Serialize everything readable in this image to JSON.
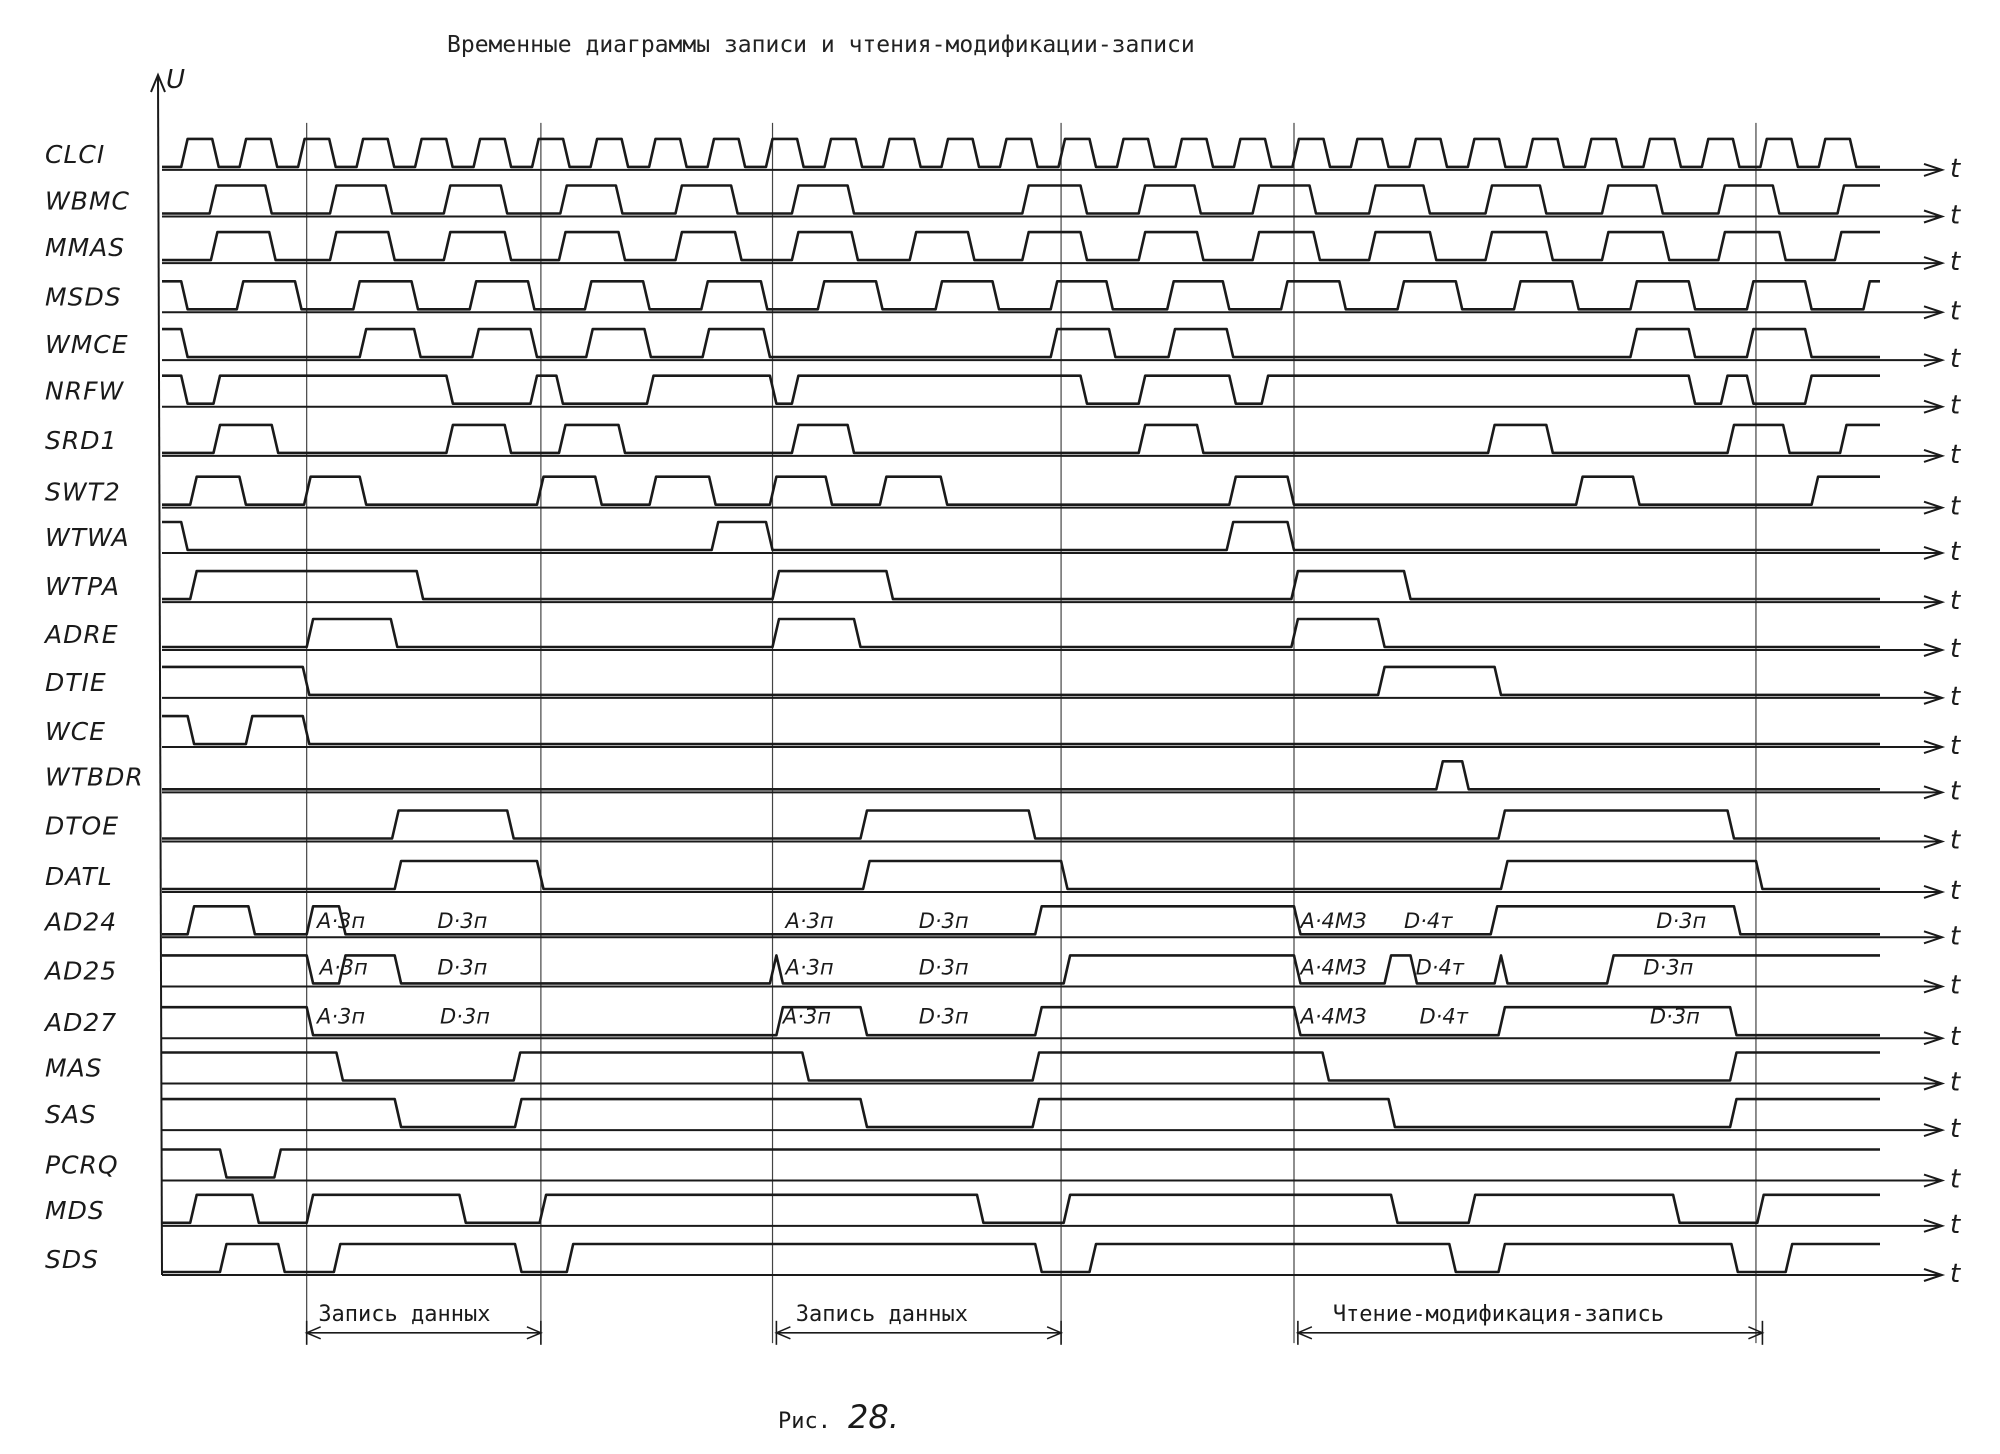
{
  "title": "Временные диаграммы записи и чтения-модификации-записи",
  "y_axis_label": "U",
  "time_axis_label": "t",
  "signals": [
    {
      "name": "CLCI"
    },
    {
      "name": "WBMC"
    },
    {
      "name": "MMAS"
    },
    {
      "name": "MSDS"
    },
    {
      "name": "WMCE"
    },
    {
      "name": "NRFW"
    },
    {
      "name": "SRD1"
    },
    {
      "name": "SWT2"
    },
    {
      "name": "WTWA"
    },
    {
      "name": "WTPA"
    },
    {
      "name": "ADRE"
    },
    {
      "name": "DTIE"
    },
    {
      "name": "WCE"
    },
    {
      "name": "WTBDR"
    },
    {
      "name": "DTOE"
    },
    {
      "name": "DATL"
    },
    {
      "name": "AD24"
    },
    {
      "name": "AD25"
    },
    {
      "name": "AD27"
    },
    {
      "name": "MAS"
    },
    {
      "name": "SAS"
    },
    {
      "name": "PCRQ"
    },
    {
      "name": "MDS"
    },
    {
      "name": "SDS"
    }
  ],
  "bus_labels": {
    "write_address": "A·3п",
    "write_data": "D·3п",
    "rmw_address": "A·4МЗ",
    "rmw_data_read": "D·4т",
    "rmw_data_write": "D·3п"
  },
  "phases": [
    {
      "label": "Запись данных"
    },
    {
      "label": "Запись данных"
    },
    {
      "label": "Чтение-модификация-запись"
    }
  ],
  "caption": {
    "prefix": "Рис.",
    "number": "28."
  },
  "colors": {
    "ink": "#1a1a1a",
    "paper": "#ffffff"
  }
}
